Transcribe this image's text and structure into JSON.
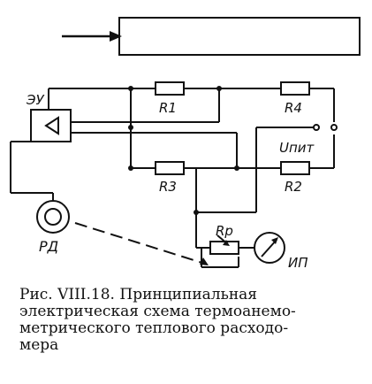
{
  "labels": {
    "amplifier": "ЭУ",
    "r1": "R1",
    "r4": "R4",
    "r3": "R3",
    "r2": "R2",
    "supply": "Uпит",
    "motor": "РД",
    "pot": "Rр",
    "meter": "ИП"
  },
  "caption": {
    "line1": "Рис.   VIII.18.   Принципиальная",
    "line2": "электрическая  схема  термоанемо-",
    "line3": "метрического  теплового  расходо-",
    "line4": "мера"
  }
}
